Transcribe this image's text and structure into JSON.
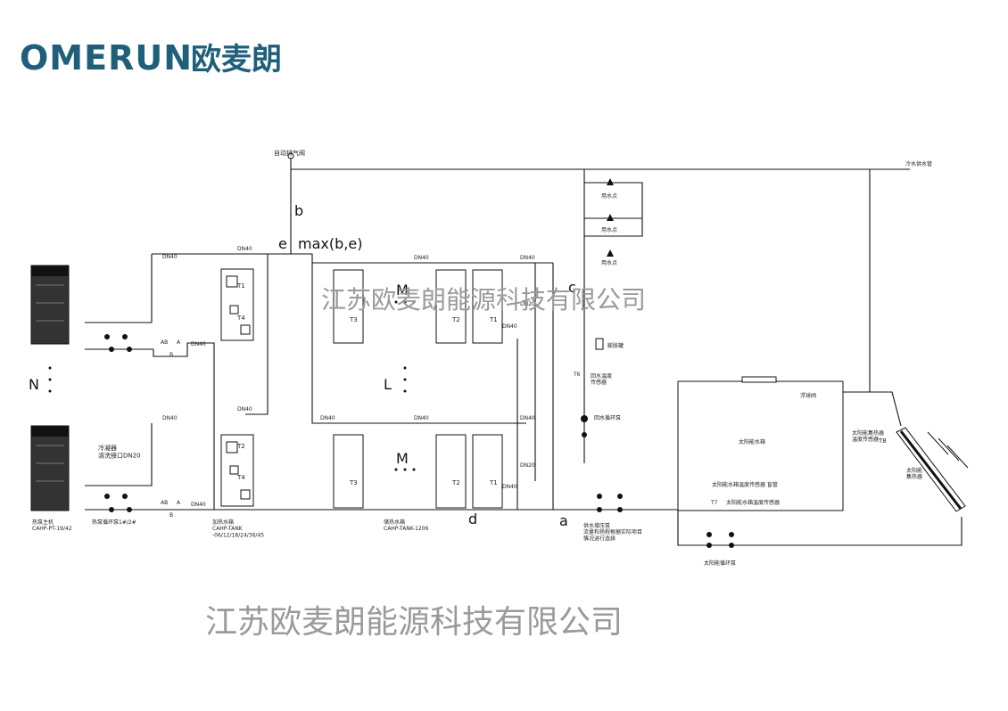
{
  "brand": {
    "logo_latin": "OMERUN",
    "logo_cn": "欧麦朗",
    "color": "#1f5f7a"
  },
  "watermark": {
    "text": "江苏欧麦朗能源科技有限公司",
    "color": "#9a9a9a"
  },
  "labels": {
    "auto_vent": "自动排气阀",
    "cold_water_supply": "冷水供水管",
    "water_point": "用水点",
    "expansion_tank": "膨胀罐",
    "return_temp_sensor": "回水温度\n传感器",
    "return_pump": "回水循环泵",
    "t6": "T6",
    "float_valve": "浮球阀",
    "solar_tank": "太阳能水箱",
    "solar_sensor_label": "太阳能集热器\n温度传感器",
    "t8": "T8",
    "solar_collector": "太阳能\n集热器",
    "tank_sensor_1": "太阳能水箱温度传感器 盲管",
    "t7": "T7",
    "tank_sensor_2": "太阳能水箱温度传感器",
    "solar_pump": "太阳能循环泵",
    "supply_pump": "供水增压泵\n流量和扬程根据实际项目\n情况进行选择",
    "condenser": "冷凝器\n清洗接口DN20",
    "heat_pump_host": "热泵主机\nCAHP-PT-19/42",
    "hp_pump": "热泵循环泵1#/2#",
    "heating_tank": "加热水箱\nCAHP-TANK\n-06/12/18/24/36/45",
    "storage_tank": "储热水箱\nCAHP-TANK-1206",
    "dn40": "DN40",
    "dn20": "DN20",
    "ab": "AB",
    "a_port": "A",
    "b_port": "B",
    "sensor_t1": "T1",
    "sensor_t2": "T2",
    "sensor_t3": "T3",
    "sensor_t4": "T4",
    "letter_b": "b",
    "letter_e": "e",
    "max_be": "max(b,e)",
    "letter_c": "c",
    "letter_a": "a",
    "letter_d": "d",
    "letter_N": "N",
    "letter_L": "L",
    "letter_M": "M"
  }
}
